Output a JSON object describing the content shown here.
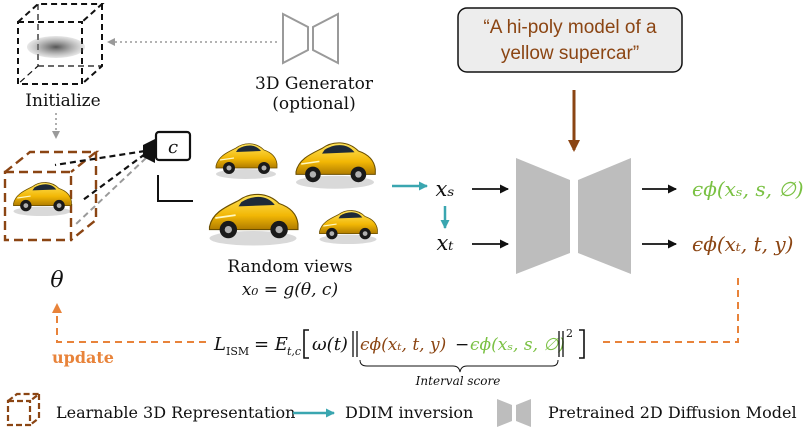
{
  "colors": {
    "brown": "#8B4513",
    "orange": "#E8833A",
    "teal": "#3AA6B0",
    "green": "#7AC143",
    "gray_unet": "#BDBDBD",
    "prompt_fill": "#EDEDED"
  },
  "prompt": {
    "line1": "“A hi-poly model of a",
    "line2": "yellow supercar”"
  },
  "initialize": {
    "label": "Initialize"
  },
  "generator": {
    "line1": "3D Generator",
    "line2": "(optional)"
  },
  "camera": {
    "label": "c"
  },
  "theta": {
    "label": "θ"
  },
  "random_views": {
    "label": "Random views",
    "formula": "x₀ = g(θ, c)"
  },
  "latents": {
    "xs": "xₛ",
    "xt": "xₜ"
  },
  "outputs": {
    "eps_s": "ϵϕ(xₛ, s, ∅)",
    "eps_t": "ϵϕ(xₜ, t, y)"
  },
  "loss": {
    "lhs": "L",
    "lhs_sub": "ISM",
    "equals": "= E",
    "e_sub": "t,c",
    "omega": "ω(t)",
    "term1": "ϵϕ(xₜ, t, y)",
    "minus": "−",
    "term2": "ϵϕ(xₛ, s, ∅)",
    "power": "2",
    "brace_label": "Interval score"
  },
  "update": {
    "label": "update"
  },
  "legend": {
    "item1": "Learnable 3D Representation",
    "item2": "DDIM inversion",
    "item3": "Pretrained 2D Diffusion Model"
  }
}
